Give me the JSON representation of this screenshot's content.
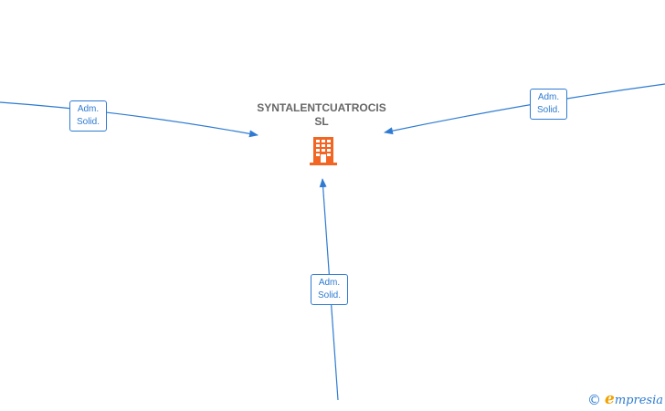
{
  "company": {
    "name_line1": "SYNTALENTCUATROCIS",
    "name_line2": "SL",
    "icon": "building-icon",
    "icon_color": "#f26522"
  },
  "relations": [
    {
      "id": "left",
      "label_line1": "Adm.",
      "label_line2": "Solid."
    },
    {
      "id": "right",
      "label_line1": "Adm.",
      "label_line2": "Solid."
    },
    {
      "id": "bottom",
      "label_line1": "Adm.",
      "label_line2": "Solid."
    }
  ],
  "colors": {
    "edge": "#2e7bd1",
    "label_text": "#2e7bd1",
    "company_text": "#666666"
  },
  "footer": {
    "copyright_symbol": "©",
    "brand_initial": "e",
    "brand_rest": "mpresia"
  }
}
